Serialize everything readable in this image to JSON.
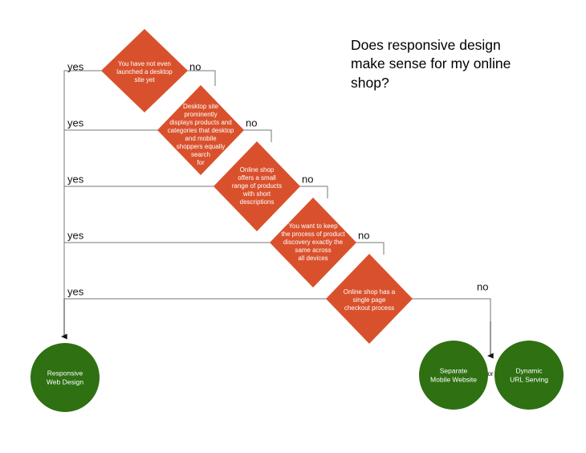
{
  "title": "Does responsive design\nmake sense for my online\nshop?",
  "colors": {
    "decision_fill": "#d9512c",
    "outcome_fill": "#2e7012",
    "line": "#777777",
    "text_dark": "#111111",
    "text_light": "#ffffff",
    "background": "#ffffff"
  },
  "chart_data": {
    "type": "diagram",
    "diagram_kind": "decision-flowchart",
    "title": "Does responsive design make sense for my online shop?",
    "decisions": [
      {
        "id": "d1",
        "lines": [
          "You have not even",
          "launched a desktop",
          "site yet"
        ],
        "yes_label": "yes",
        "no_label": "no",
        "yes_target": "responsive-web-design",
        "no_target": "d2"
      },
      {
        "id": "d2",
        "lines": [
          "Desktop site",
          "prominently",
          "displays products and",
          "categories that desktop",
          "and mobile",
          "shoppers equally",
          "search",
          "for"
        ],
        "yes_label": "yes",
        "no_label": "no",
        "yes_target": "responsive-web-design",
        "no_target": "d3"
      },
      {
        "id": "d3",
        "lines": [
          "Online shop",
          "offers a small",
          "range of products",
          "with short",
          "descriptions"
        ],
        "yes_label": "yes",
        "no_label": "no",
        "yes_target": "responsive-web-design",
        "no_target": "d4"
      },
      {
        "id": "d4",
        "lines": [
          "You want to keep",
          "the process of product",
          "discovery exactly the",
          "same across",
          "all devices"
        ],
        "yes_label": "yes",
        "no_label": "no",
        "yes_target": "responsive-web-design",
        "no_target": "d5"
      },
      {
        "id": "d5",
        "lines": [
          "Online shop has a",
          "single page",
          "checkout process"
        ],
        "yes_label": "yes",
        "no_label": "no",
        "yes_target": "responsive-web-design",
        "no_target": "mobile-alternatives"
      }
    ],
    "outcomes": [
      {
        "id": "responsive-web-design",
        "lines": [
          "Responsive",
          "Web Design"
        ]
      },
      {
        "id": "separate-mobile-website",
        "lines": [
          "Separate",
          "Mobile Website"
        ]
      },
      {
        "id": "dynamic-url-serving",
        "lines": [
          "Dynamic",
          "URL Serving"
        ]
      }
    ],
    "connector_text": "or"
  },
  "labels": {
    "yes1": "yes",
    "yes2": "yes",
    "yes3": "yes",
    "yes4": "yes",
    "yes5": "yes",
    "no1": "no",
    "no2": "no",
    "no3": "no",
    "no4": "no",
    "no5": "no",
    "or": "or"
  },
  "d1": {
    "l0": "You have not even",
    "l1": "launched a desktop",
    "l2": "site yet"
  },
  "d2": {
    "l0": "Desktop site",
    "l1": "prominently",
    "l2": "displays products and",
    "l3": "categories that desktop",
    "l4": "and mobile",
    "l5": "shoppers equally",
    "l6": "search",
    "l7": "for"
  },
  "d3": {
    "l0": "Online shop",
    "l1": "offers a small",
    "l2": "range of products",
    "l3": "with short",
    "l4": "descriptions"
  },
  "d4": {
    "l0": "You want to keep",
    "l1": "the process of product",
    "l2": "discovery exactly the",
    "l3": "same across",
    "l4": "all devices"
  },
  "d5": {
    "l0": "Online shop has a",
    "l1": "single page",
    "l2": "checkout process"
  },
  "o1": {
    "l0": "Responsive",
    "l1": "Web Design"
  },
  "o2": {
    "l0": "Separate",
    "l1": "Mobile Website"
  },
  "o3": {
    "l0": "Dynamic",
    "l1": "URL Serving"
  }
}
